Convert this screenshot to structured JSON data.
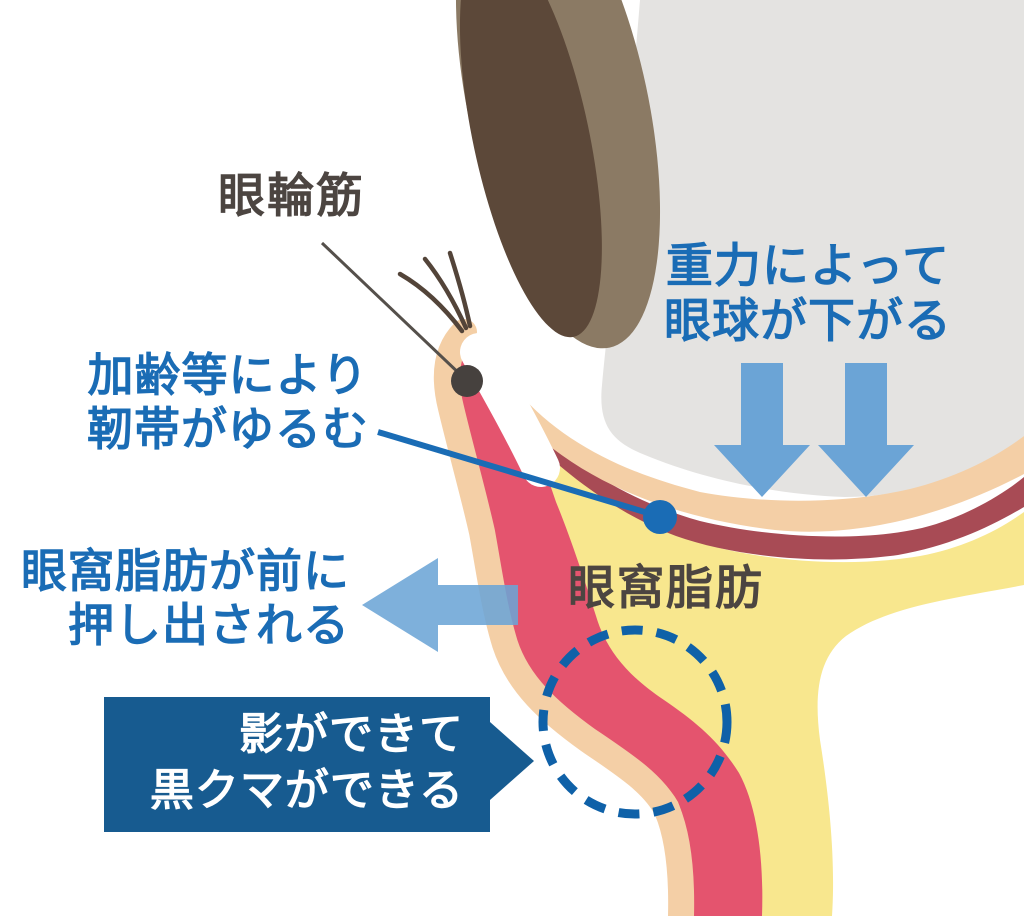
{
  "diagram": {
    "subject": "under-eye dark-circle (kuro-kuma) formation anatomy",
    "labels": {
      "orbicularis": "眼輪筋",
      "gravity_line1": "重力によって",
      "gravity_line2": "眼球が下がる",
      "ligament_line1": "加齢等により",
      "ligament_line2": "靭帯がゆるむ",
      "fat_push_line1": "眼窩脂肪が前に",
      "fat_push_line2": "押し出される",
      "orbital_fat": "眼窩脂肪",
      "shadow_line1": "影ができて",
      "shadow_line2": "黒クマができる"
    },
    "colors": {
      "text_blue": "#1a6cb5",
      "callout_blue": "#175b90",
      "arrow_blue": "#6ba4d6",
      "dashed_circle_blue": "#0f61a8",
      "label_dark": "#4c4541",
      "eyeball_gray": "#e4e3e1",
      "iris_brown": "#8b7a64",
      "pupil_brown": "#5c4839",
      "skin_peach": "#f4cfa6",
      "fat_yellow": "#f8e78e",
      "muscle_red": "#e4546e",
      "ligament_red": "#a84b55",
      "tarsus_white": "#ffffff"
    }
  }
}
